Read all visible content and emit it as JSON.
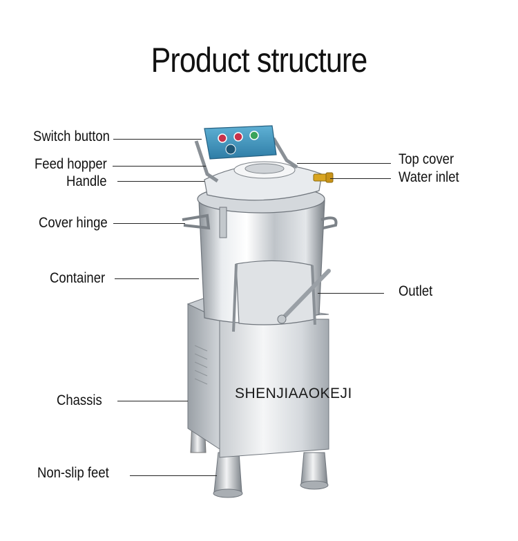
{
  "title": "Product structure",
  "labels": {
    "switch_button": "Switch button",
    "feed_hopper": "Feed hopper",
    "handle": "Handle",
    "cover_hinge": "Cover hinge",
    "container": "Container",
    "chassis": "Chassis",
    "non_slip_feet": "Non-slip feet",
    "top_cover": "Top cover",
    "water_inlet": "Water inlet",
    "outlet": "Outlet"
  },
  "brand_text": "SHENJIAAOKEJI",
  "colors": {
    "steel_light": "#eef0f2",
    "steel_mid": "#b9bec4",
    "steel_dark": "#6f757c",
    "control_panel": "#3d8fb8",
    "button_red": "#c8324a",
    "button_green": "#3aa35b",
    "water_valve": "#d9a521"
  }
}
